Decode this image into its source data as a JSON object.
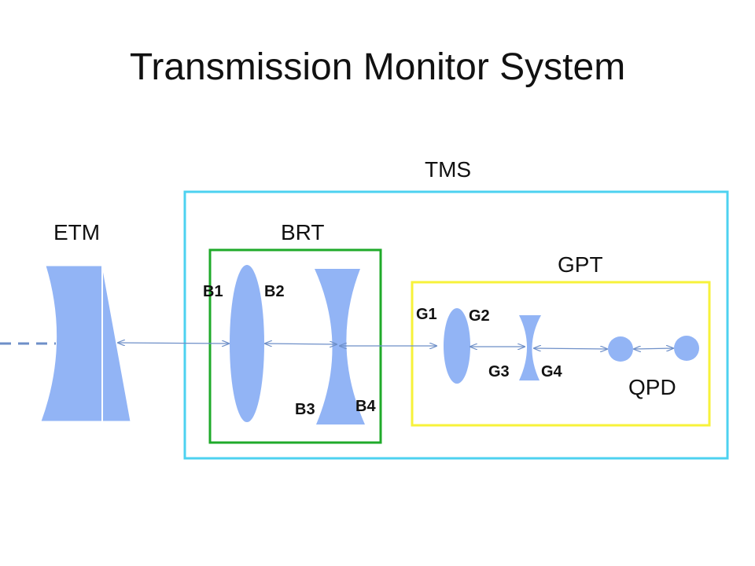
{
  "title": "Transmission Monitor System",
  "colors": {
    "tms_box": "#4dd2f0",
    "brt_box": "#1faa2a",
    "gpt_box": "#f7f23a",
    "optic_fill": "#92b4f5",
    "beam": "#6e8fc8"
  },
  "labels": {
    "tms": "TMS",
    "etm": "ETM",
    "brt": "BRT",
    "gpt": "GPT",
    "qpd": "QPD",
    "b1": "B1",
    "b2": "B2",
    "b3": "B3",
    "b4": "B4",
    "g1": "G1",
    "g2": "G2",
    "g3": "G3",
    "g4": "G4"
  }
}
